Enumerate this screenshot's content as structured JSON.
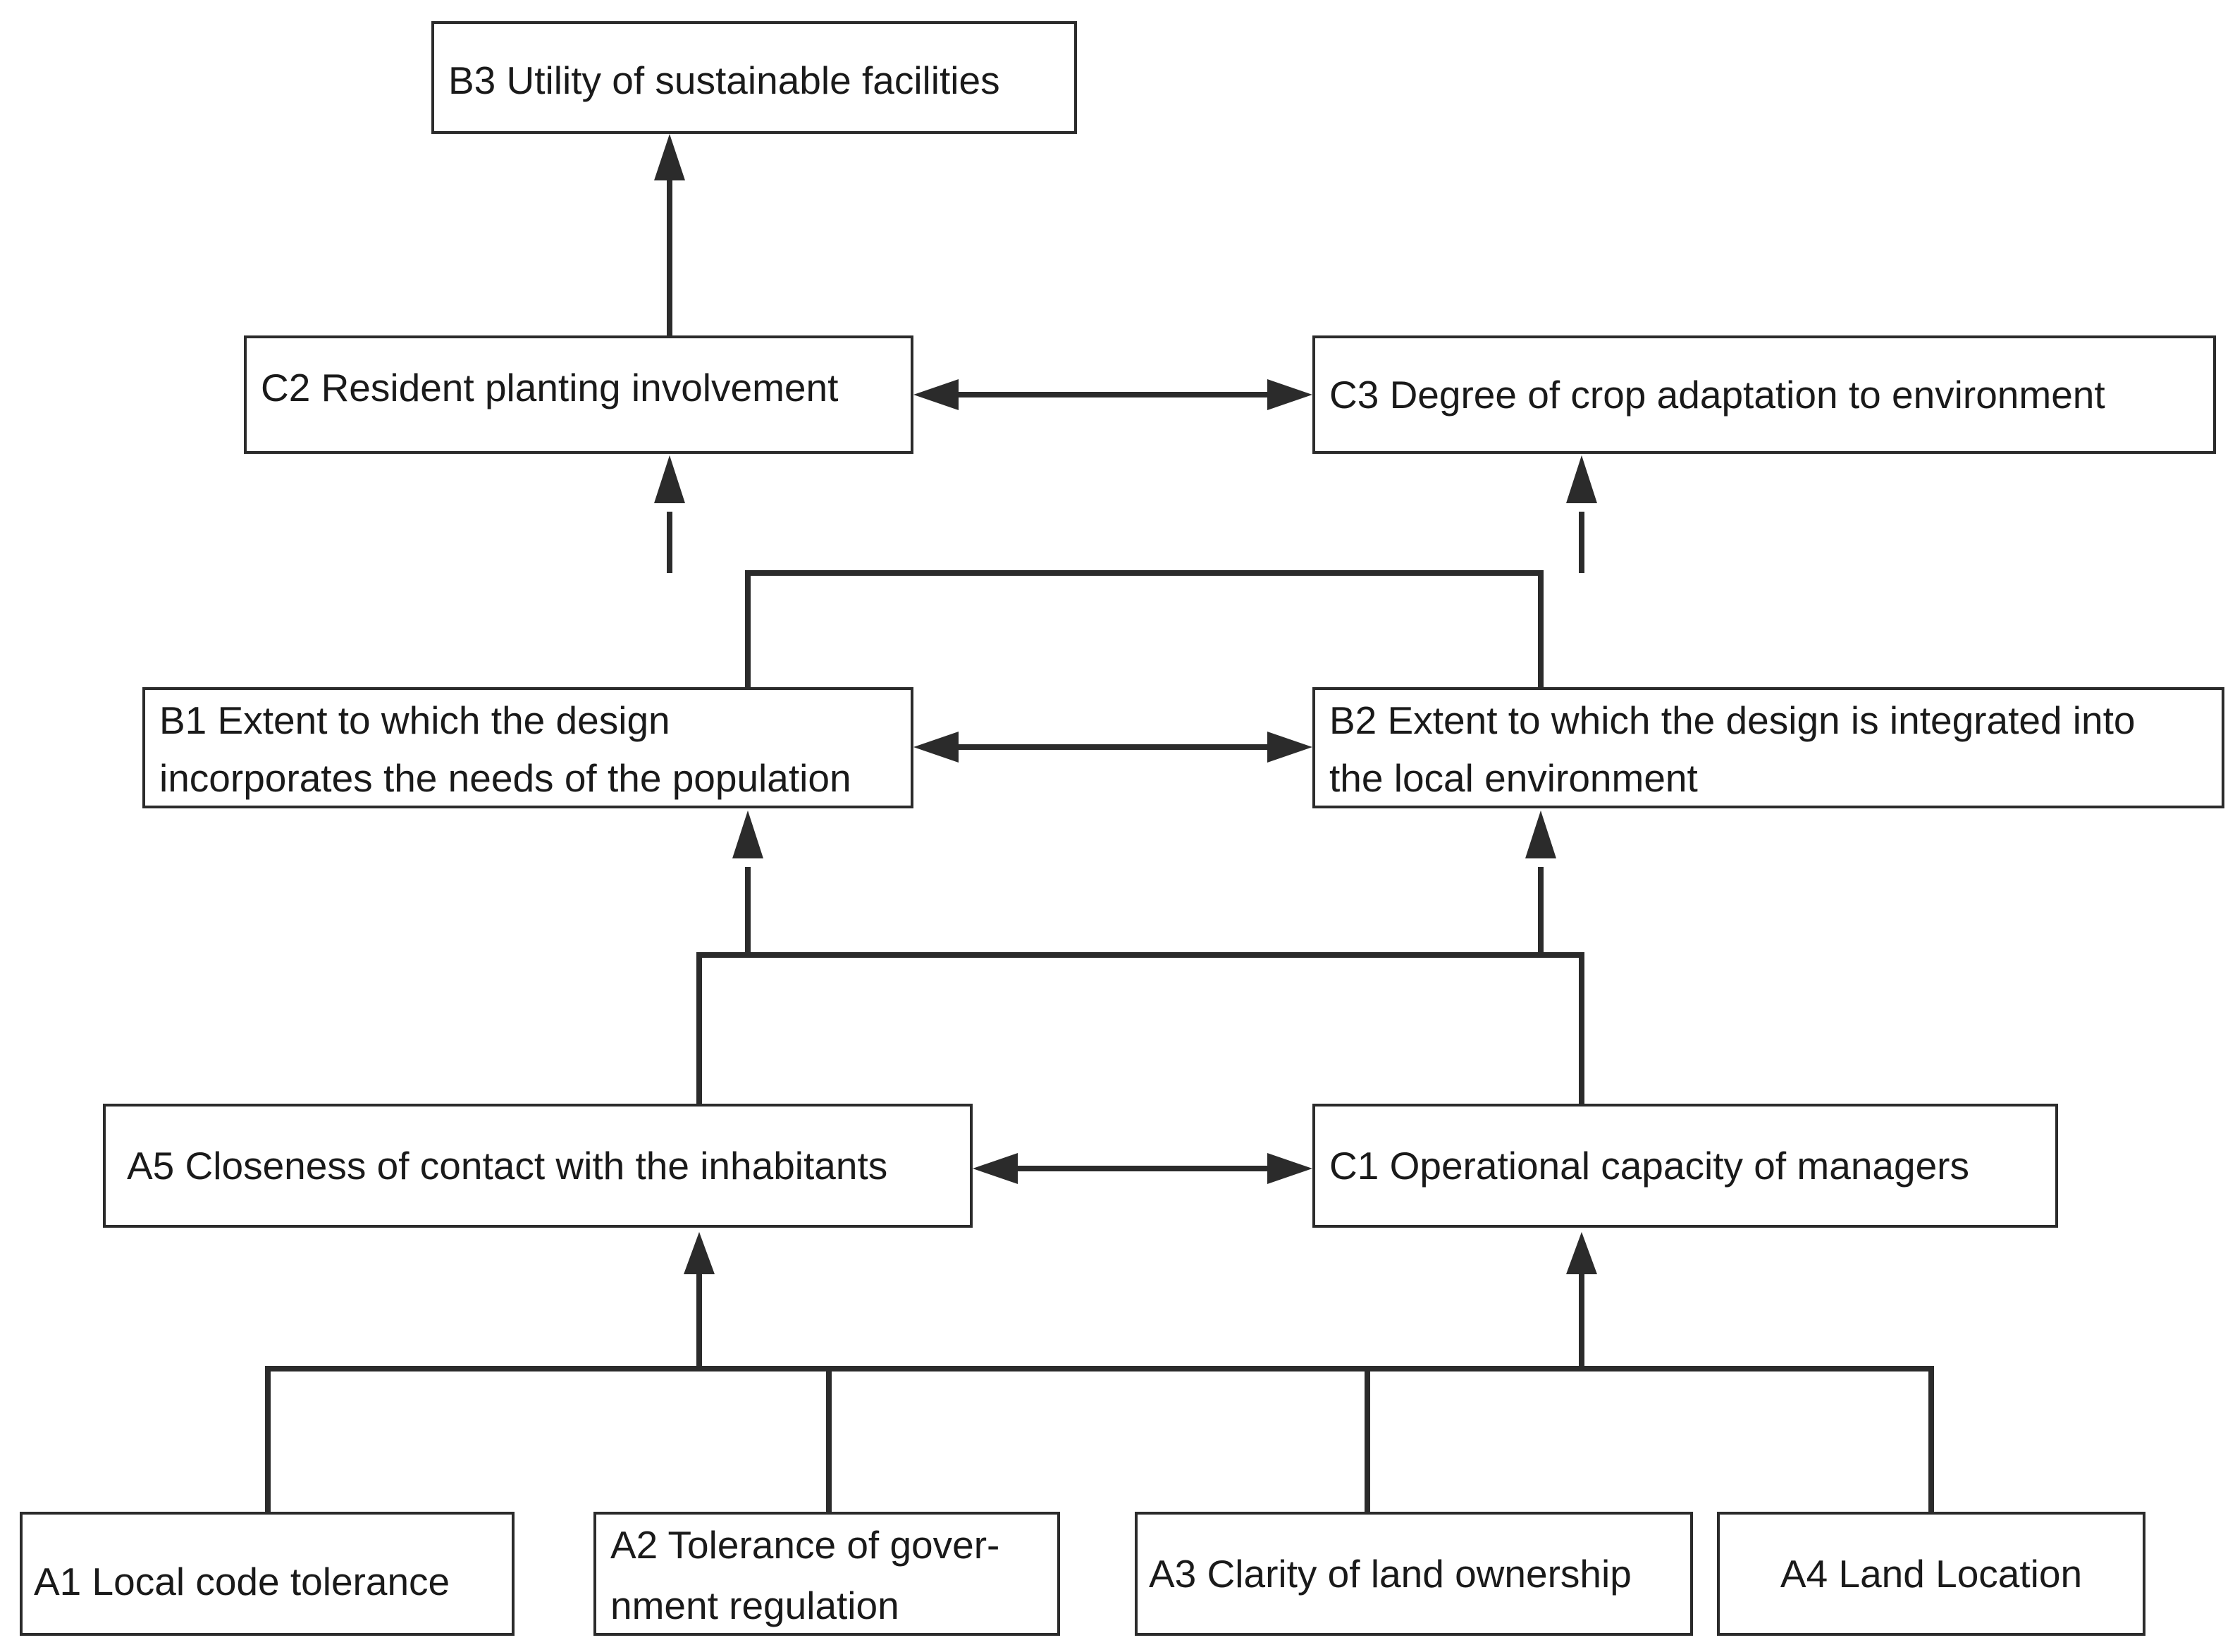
{
  "diagram": {
    "nodes": {
      "b3": {
        "label": "B3 Utility of sustainable facilities"
      },
      "c2": {
        "label": "C2 Resident planting involvement"
      },
      "c3": {
        "label": "C3 Degree of crop adaptation to environment"
      },
      "b1": {
        "line1": "B1 Extent to which the design",
        "line2": "incorporates the needs of the population"
      },
      "b2": {
        "line1": "B2 Extent to which the design is integrated into",
        "line2": "the local environment"
      },
      "a5": {
        "label": "A5 Closeness of contact with the inhabitants"
      },
      "c1": {
        "label": "C1 Operational capacity of managers"
      },
      "a1": {
        "label": "A1 Local code tolerance"
      },
      "a2": {
        "line1": "A2 Tolerance of gover-",
        "line2": "nment regulation"
      },
      "a3": {
        "label": "A3 Clarity of land ownership"
      },
      "a4": {
        "label": "A4 Land Location"
      }
    },
    "edges": [
      {
        "from": [
          "a1",
          "a2",
          "a3",
          "a4"
        ],
        "to": "a5",
        "type": "arrow"
      },
      {
        "from": [
          "a1",
          "a2",
          "a3",
          "a4"
        ],
        "to": "c1",
        "type": "arrow"
      },
      {
        "from": "a5",
        "to": "c1",
        "type": "bidirectional"
      },
      {
        "from": [
          "a5",
          "c1"
        ],
        "to": "b1",
        "type": "arrow"
      },
      {
        "from": [
          "a5",
          "c1"
        ],
        "to": "b2",
        "type": "arrow"
      },
      {
        "from": "b1",
        "to": "b2",
        "type": "bidirectional"
      },
      {
        "from": [
          "b1",
          "b2"
        ],
        "to": "c2",
        "type": "arrow"
      },
      {
        "from": [
          "b1",
          "b2"
        ],
        "to": "c3",
        "type": "arrow"
      },
      {
        "from": "c2",
        "to": "c3",
        "type": "bidirectional"
      },
      {
        "from": "c2",
        "to": "b3",
        "type": "arrow"
      }
    ],
    "colors": {
      "line": "#2b2b2b",
      "box_border": "#2b2b2b",
      "background": "#ffffff",
      "text": "#1a1a1a"
    }
  }
}
